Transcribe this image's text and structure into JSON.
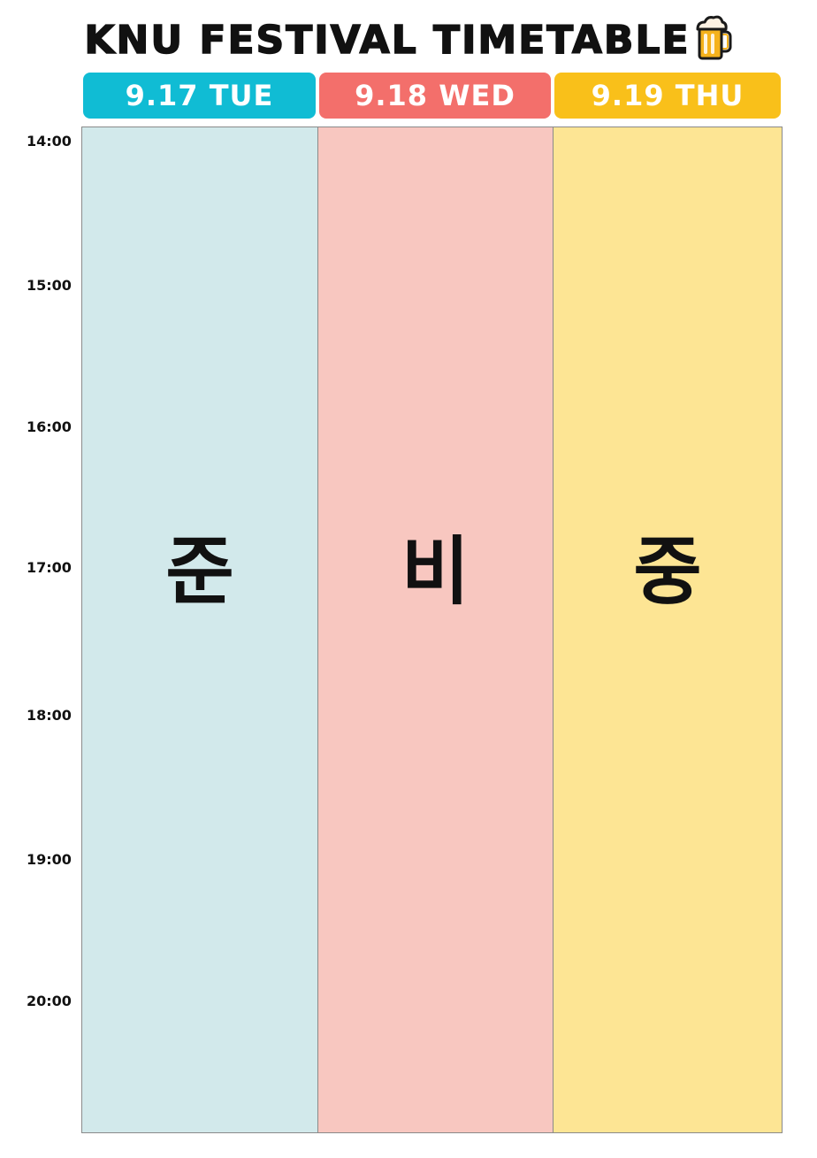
{
  "title": "KNU FESTIVAL TIMETABLE",
  "title_icon": "beer-mug-icon",
  "days": [
    {
      "label": "9.17 TUE",
      "header_color": "#10bcd4",
      "column_color": "#d2e9eb",
      "status_text": "준"
    },
    {
      "label": "9.18 WED",
      "header_color": "#f36f6b",
      "column_color": "#f8c7c0",
      "status_text": "비"
    },
    {
      "label": "9.19 THU",
      "header_color": "#f9c01a",
      "column_color": "#fde594",
      "status_text": "중"
    }
  ],
  "time_labels": [
    "14:00",
    "15:00",
    "16:00",
    "17:00",
    "18:00",
    "19:00",
    "20:00"
  ]
}
